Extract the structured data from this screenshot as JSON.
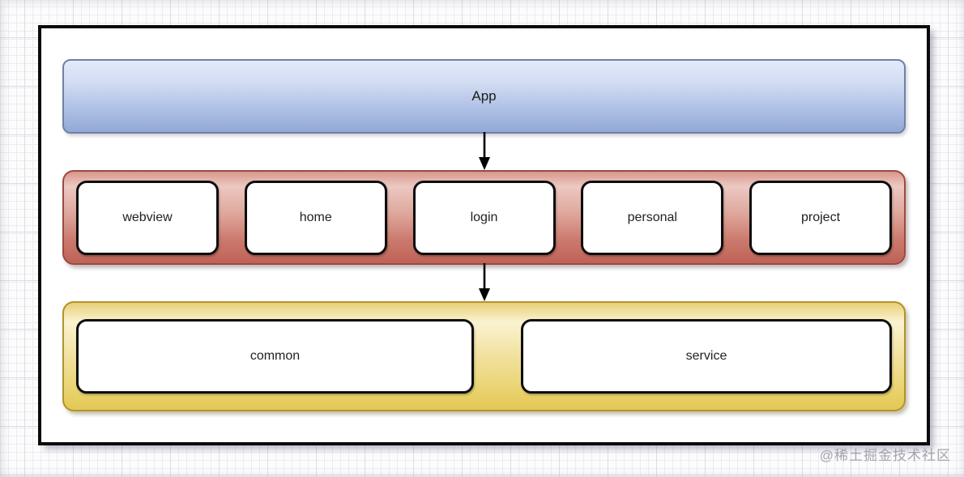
{
  "page": {
    "watermark": "@稀土掘金技术社区",
    "background_style": "graph-paper-grid"
  },
  "diagram": {
    "root": {
      "label": "App",
      "fill_top": "#e3eaf9",
      "fill_bottom": "#92a9d6",
      "border_color": "#6f80ab"
    },
    "modules_group": {
      "fill_top": "#ecc9c2",
      "fill_bottom": "#bf6256",
      "border_color": "#9c4a41",
      "items": [
        "webview",
        "home",
        "login",
        "personal",
        "project"
      ]
    },
    "base_group": {
      "fill_top": "#faf3d1",
      "fill_bottom": "#e3c853",
      "border_color": "#b3922b",
      "items": [
        "common",
        "service"
      ]
    },
    "connectors": [
      {
        "from": "App",
        "to": "modules-group",
        "style": "solid-arrow-down"
      },
      {
        "from": "modules-group",
        "to": "base-group",
        "style": "solid-arrow-down"
      }
    ]
  }
}
